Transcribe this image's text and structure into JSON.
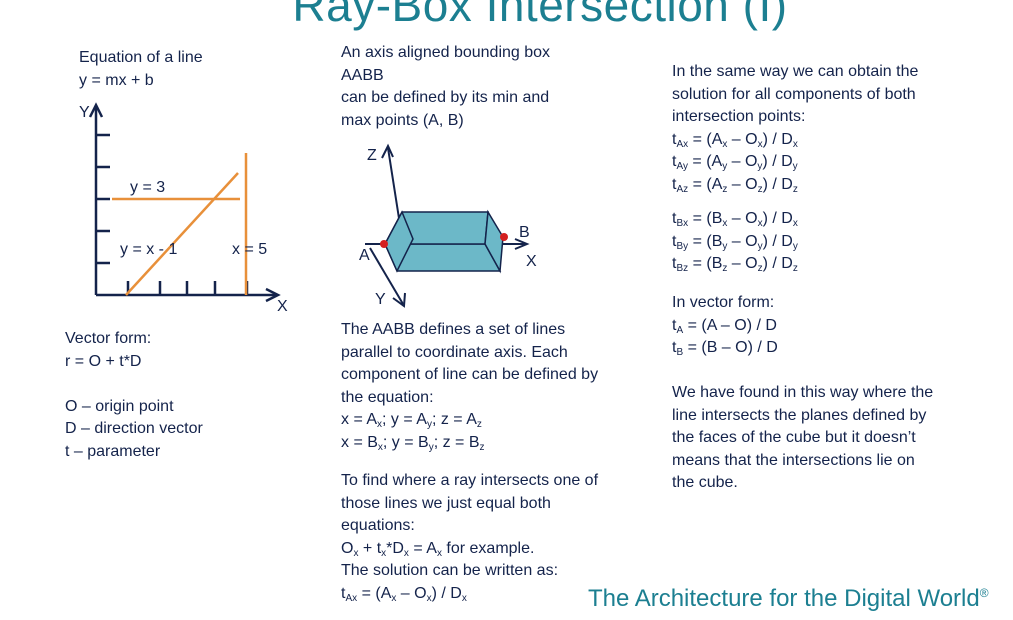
{
  "title": "Ray-Box Intersection (I)",
  "left": {
    "line_heading": "Equation of a line",
    "line_equation": "y = mx + b",
    "graph": {
      "axis_y": "Y",
      "axis_x": "X",
      "label_y3": "y = 3",
      "label_yx1": "y = x - 1",
      "label_x5": "x = 5"
    },
    "vector_heading": "Vector form:",
    "vector_equation": "r = O + t*D",
    "origin": "O – origin point",
    "direction": "D – direction vector",
    "parameter": "t  – parameter"
  },
  "middle": {
    "intro_1": "An axis aligned bounding box",
    "intro_2": "AABB",
    "intro_3": "can be defined by its min and",
    "intro_4": "max points (A, B)",
    "diagram": {
      "z": "Z",
      "x": "X",
      "y": "Y",
      "a": "A",
      "b": "B"
    },
    "p1": "The AABB defines a set of lines",
    "p2": "parallel to coordinate axis. Each",
    "p3": "component of line can be defined by",
    "p4": "the equation:",
    "p5": "To find where a ray intersects one of",
    "p6": "those lines we just equal both",
    "p7": "equations:",
    "p8_suffix": " for example.",
    "p9": "The solution can be written as:"
  },
  "right": {
    "r1": "In the same way we can obtain the",
    "r2": "solution for all components of both",
    "r3": "intersection points:",
    "vector_heading": "In vector form:",
    "tA_rhs": " = (A – O) / D",
    "tB_rhs": " = (B – O) / D",
    "c1": "We have found in this way where the",
    "c2": "line intersects the planes defined  by",
    "c3": "the faces of the cube but it doesn’t",
    "c4": "means that the intersections  lie on",
    "c5": "the cube."
  },
  "footer": {
    "text": "The Architecture for the Digital World",
    "mark": "®"
  },
  "colors": {
    "title": "#1c7f91",
    "text": "#14234b",
    "graph_lines": "#e8903a",
    "box": "#6cb8c8",
    "points": "#d42020"
  }
}
